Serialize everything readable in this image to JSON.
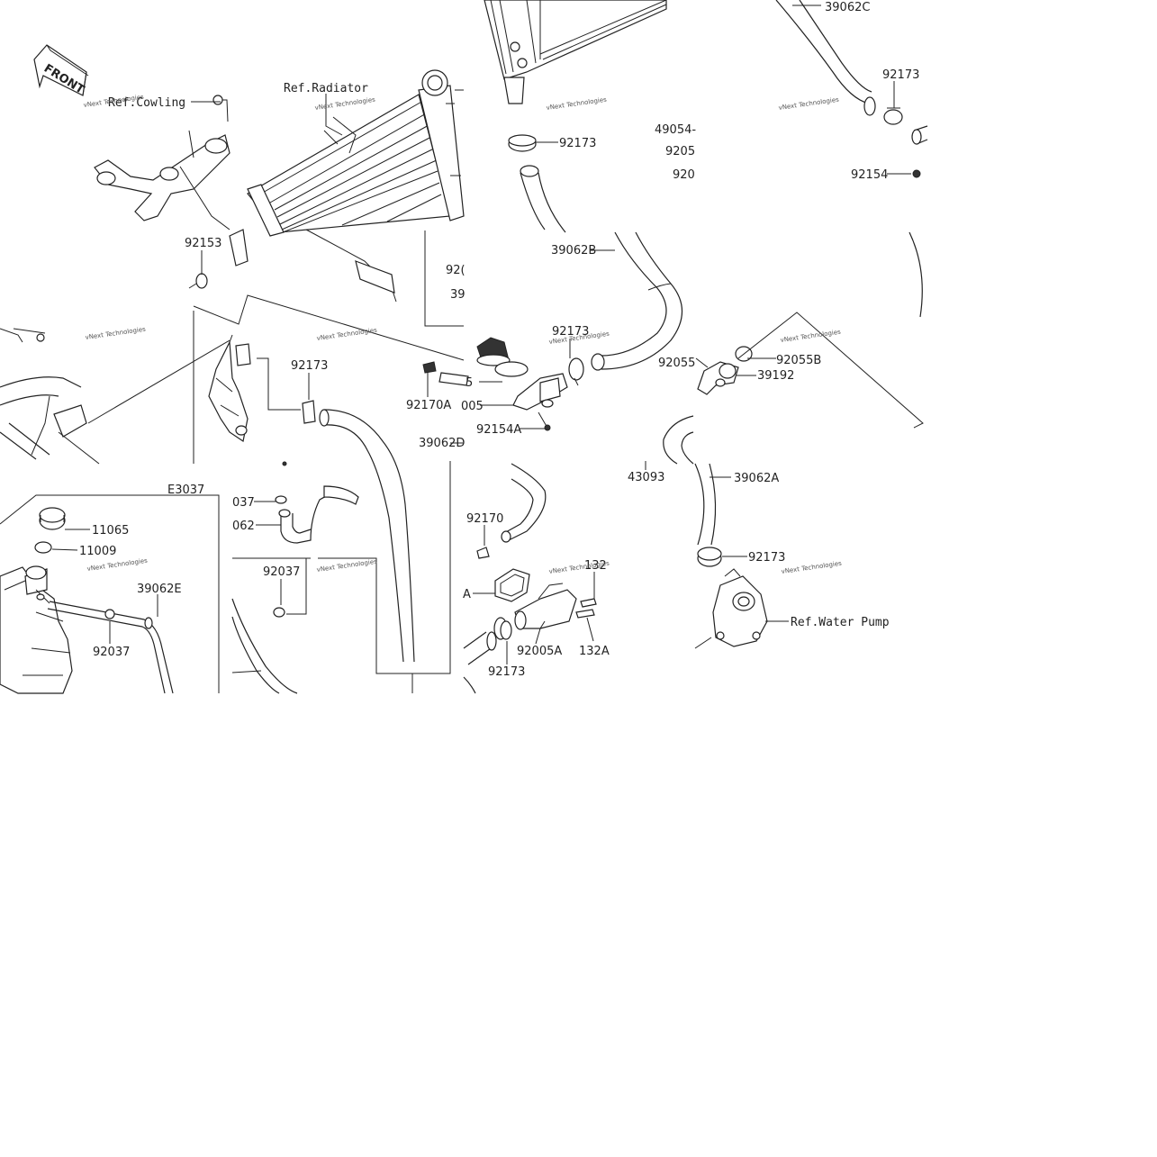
{
  "front_badge": "FRONT",
  "refs": {
    "cowling": "Ref.Cowling",
    "radiator": "Ref.Radiator",
    "water_pump": "Ref.Water Pump"
  },
  "inset_title": "E3037",
  "watermark": "vNext Technologies",
  "labels": {
    "p39062c": "39062C",
    "p92173_top": "92173",
    "p92173_clamp_a": "92173",
    "p49054": "49054-",
    "p9205": "9205",
    "p920": "920",
    "p92154": "92154",
    "p92153": "92153",
    "p92c": "92(",
    "p39c": "39",
    "p39062b": "39062B",
    "p92173_mid": "92173",
    "p92173_left": "92173",
    "p92170a": "92170A",
    "p92055": "92055",
    "p92055b": "92055B",
    "p39192": "39192",
    "p_5": "5",
    "p_005": "005",
    "p92154a": "92154A",
    "p39062d": "39062D",
    "p43093": "43093",
    "p39062a": "39062A",
    "p037": "037",
    "p062": "062",
    "p92037_mid": "92037",
    "p11065": "11065",
    "p11009": "11009",
    "p39062e": "39062E",
    "p92037_low": "92037",
    "p92170": "92170",
    "p132": "132",
    "p_a": "A",
    "p92173_low": "92173",
    "p92005a": "92005A",
    "p132a": "132A",
    "p92173_pump": "92173"
  }
}
